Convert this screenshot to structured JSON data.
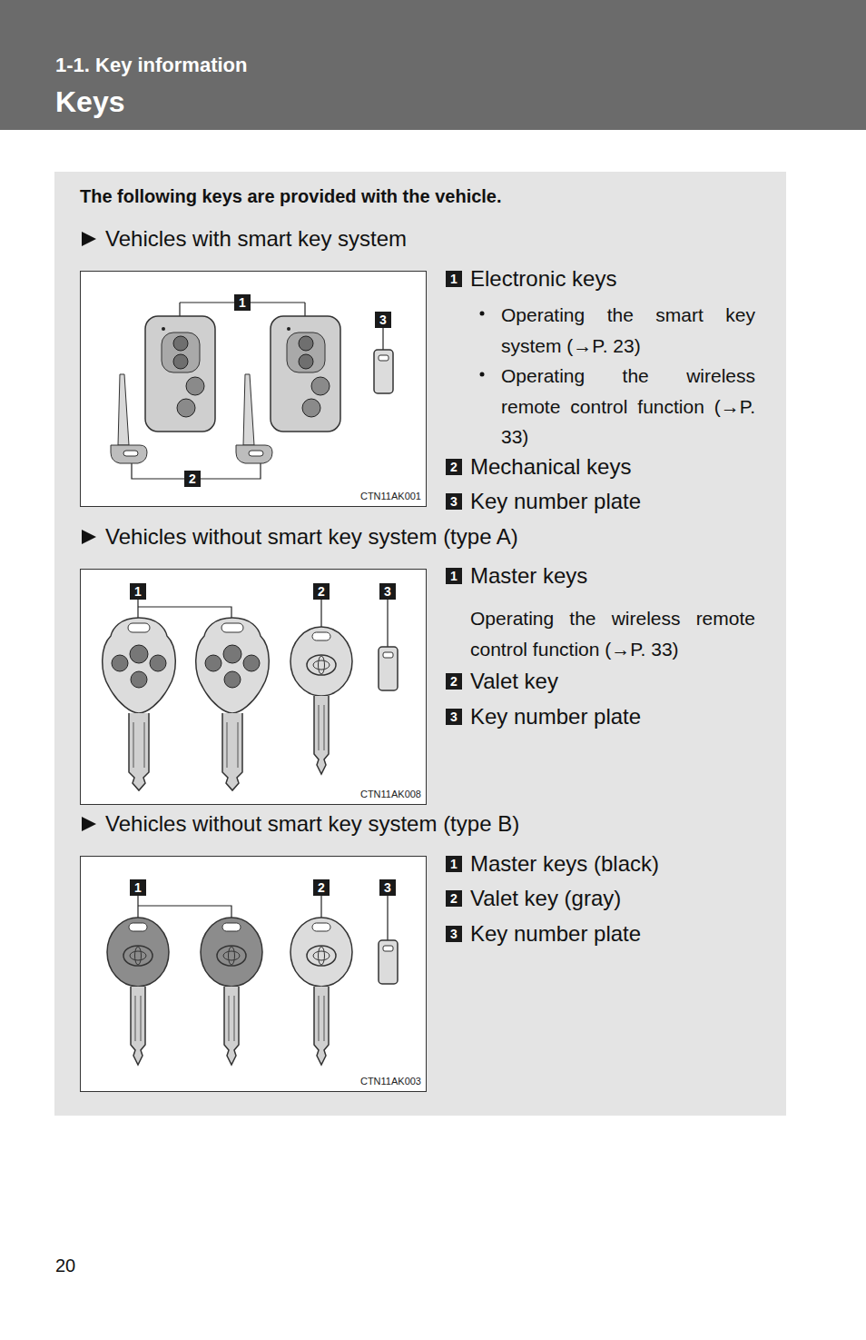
{
  "diagram": {
    "nodes": [
      {
        "text": [
          "1-1. Key information",
          "Keys"
        ]
      },
      {
        "text": [
          "The following keys are provided with the vehicle."
        ]
      },
      {
        "text": [
          "CTN11AK001"
        ],
        "in": 1
      },
      {
        "text": [
          "CTN11AK008"
        ],
        "in": 1
      },
      {
        "text": [
          "CTN11AK003"
        ],
        "in": 1
      }
    ],
    "labels": [
      "Vehicles with smart key system",
      "1",
      "3",
      "2",
      "1",
      "Electronic keys",
      "Operating the smart key system (→P. 23)",
      "Operating the wireless remote control function (→P. 33)",
      "2",
      "Mechanical keys",
      "3",
      "Key number plate",
      "Vehicles without smart key system (type A)",
      "1",
      "2",
      "3",
      "1",
      "Master keys",
      "Operating the wireless remote control function (→P. 33)",
      "2",
      "Valet key",
      "3",
      "Key number plate",
      "Vehicles without smart key system (type B)",
      "1",
      "2",
      "3",
      "1",
      "Master keys (black)",
      "2",
      "Valet key (gray)",
      "3",
      "Key number plate",
      "20"
    ]
  }
}
